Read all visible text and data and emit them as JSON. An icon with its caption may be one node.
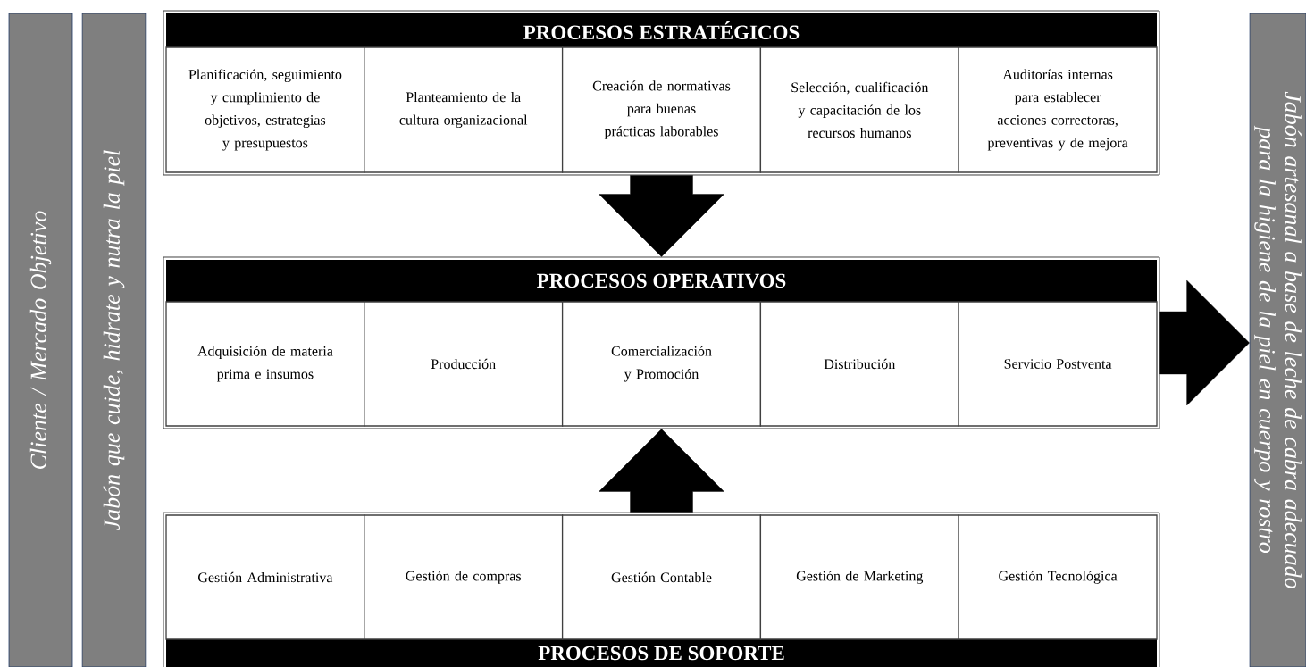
{
  "diagram": {
    "nodes": [
      {
        "text": [
          "Cliente / Mercado Objetivo"
        ]
      },
      {
        "text": [
          "Jabón que cuide, hidrate y nutra la piel"
        ]
      },
      {
        "text": [
          "PROCESOS ESTRATÉGICOS"
        ]
      },
      {
        "text": [
          "Planificación, seguimiento y cumplimiento de objetivos, estrategias y presupuestos"
        ],
        "in": 2
      },
      {
        "text": [
          "Planteamiento de la cultura organizacional"
        ],
        "in": 2
      },
      {
        "text": [
          "Creación de normativas para buenas prácticas laborables"
        ],
        "in": 2
      },
      {
        "text": [
          "Selección, cualificación y capacitación de los recursos humanos"
        ],
        "in": 2
      },
      {
        "text": [
          "Auditorías internas para establecer acciones correctoras, preventivas y de mejora"
        ],
        "in": 2
      },
      {
        "text": [
          "PROCESOS OPERATIVOS"
        ]
      },
      {
        "text": [
          "Adquisición de materia prima e insumos"
        ],
        "in": 8
      },
      {
        "text": [
          "Producción"
        ],
        "in": 8
      },
      {
        "text": [
          "Comercialización y Promoción"
        ],
        "in": 8
      },
      {
        "text": [
          "Distribución"
        ],
        "in": 8
      },
      {
        "text": [
          "Servicio Postventa"
        ],
        "in": 8
      },
      {
        "text": [
          "PROCESOS DE SOPORTE"
        ]
      },
      {
        "text": [
          "Gestión Administrativa"
        ],
        "in": 14
      },
      {
        "text": [
          "Gestión de compras"
        ],
        "in": 14
      },
      {
        "text": [
          "Gestión Contable"
        ],
        "in": 14
      },
      {
        "text": [
          "Gestión de Marketing"
        ],
        "in": 14
      },
      {
        "text": [
          "Gestión Tecnológica"
        ],
        "in": 14
      },
      {
        "text": [
          "Jabón artesanal a base de leche de cabra adecuado para la higiene de la piel  en cuerpo y rostro"
        ]
      }
    ],
    "edges": [
      {
        "from": 2,
        "to": 8,
        "arrow": "to",
        "style": "thick"
      },
      {
        "from": 14,
        "to": 8,
        "arrow": "to",
        "style": "thick"
      },
      {
        "from": 8,
        "to": 20,
        "arrow": "to",
        "style": "thick"
      }
    ]
  }
}
